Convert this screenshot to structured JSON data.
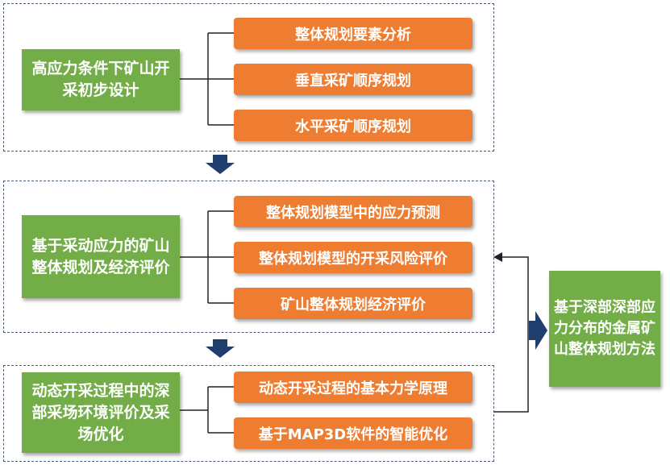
{
  "sections": [
    {
      "title": "高应力条件下矿山开采初步设计",
      "items": [
        "整体规划要素分析",
        "垂直采矿顺序规划",
        "水平采矿顺序规划"
      ]
    },
    {
      "title": "基于采动应力的矿山整体规划及经济评价",
      "items": [
        "整体规划模型中的应力预测",
        "整体规划模型的开采风险评价",
        "矿山整体规划经济评价"
      ]
    },
    {
      "title": "动态开采过程中的深部采场环境评价及采场优化",
      "items": [
        "动态开采过程的基本力学原理",
        "基于MAP3D软件的智能优化"
      ]
    }
  ],
  "method": {
    "title": "基于深部深部应力分布的金属矿山整体规划方法"
  },
  "colors": {
    "green": "#72ad47",
    "orange": "#ee7d31",
    "arrow": "#1f3e6e",
    "dashed_border": "#4a5a70"
  }
}
